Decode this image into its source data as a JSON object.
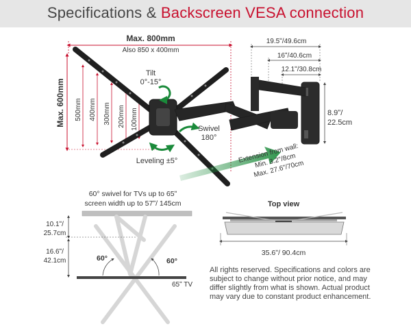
{
  "header": {
    "title_part1": "Specifications & ",
    "title_part2": "Backscreen VESA connection",
    "accent_color": "#c8102e",
    "background": "#e6e6e6"
  },
  "vesa": {
    "max_width": "Max. 800mm",
    "also": "Also 850 x 400mm",
    "max_height": "Max. 600mm",
    "heights": [
      "500mm",
      "400mm",
      "300mm",
      "200mm",
      "100mm"
    ]
  },
  "motion": {
    "tilt": "Tilt",
    "tilt_range": "0°-15°",
    "swivel": "Swivel",
    "swivel_range": "180°",
    "leveling": "Leveling ±5°"
  },
  "arm_dims": {
    "d1": "19.5ʺ/49.6cm",
    "d2": "16ʺ/40.6cm",
    "d3": "12.1ʺ/30.8cm",
    "plate_h1": "8.9ʺ/",
    "plate_h2": "22.5cm"
  },
  "extension": {
    "title": "Extension from wall:",
    "min": "Min. 3.2ʺ/8cm",
    "max": "Max. 27.6ʺ/70cm"
  },
  "swivel_diagram": {
    "caption1": "60° swivel for TVs up to 65ʺ",
    "caption2": "screen width up to 57ʺ/ 145cm",
    "d1a": "10.1ʺ/",
    "d1b": "25.7cm",
    "d2a": "16.6ʺ/",
    "d2b": "42.1cm",
    "angle_left": "60°",
    "angle_right": "60°",
    "tv_label": "65ʺ TV"
  },
  "top_view": {
    "title": "Top view",
    "width": "35.6ʺ/ 90.4cm"
  },
  "disclaimer": "All rights reserved. Specifications and colors are subject to change without prior notice, and may differ slightly from what is shown. Actual product may vary due to constant product enhancement."
}
